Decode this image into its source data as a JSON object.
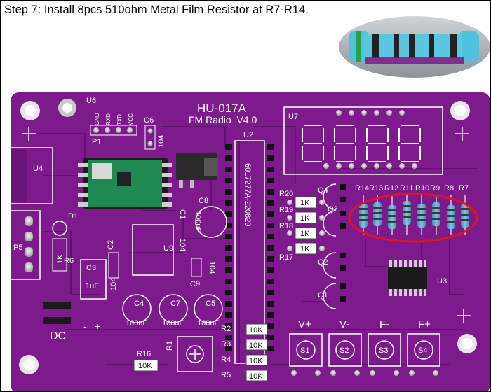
{
  "caption": "Step 7: Install 8pcs 510ohm Metal Film Resistor at R7-R14.",
  "board": {
    "title": "HU-017A",
    "subtitle": "FM Radio_V4.0",
    "chip_marking": "6017277A-220829",
    "header_pins": [
      "GND",
      "RXD",
      "TXD",
      "VCC"
    ],
    "resistor_row_labels": [
      "R14",
      "R13",
      "R12",
      "R11",
      "R10",
      "R9",
      "R8",
      "R7"
    ],
    "labels": {
      "u6": "U6",
      "p1": "P1",
      "c6": "C6",
      "c6_value": "104",
      "u4": "U4",
      "u2": "U2",
      "u7": "U7",
      "u9": "U9",
      "u3": "U3",
      "d1": "D1",
      "p5": "P5",
      "r6": "R6",
      "r6_value": "1K",
      "c3": "C3",
      "c3_value": "1uF",
      "c2": "C2",
      "c2_value": "104",
      "c1": "C1",
      "c1_value": "104",
      "c8": "C8",
      "c8_value": "100uF",
      "c4": "C4",
      "c7": "C7",
      "c5": "C5",
      "cap_value": "100uF",
      "c9": "C9",
      "c9_value": "104",
      "q1": "Q1",
      "q2": "Q2",
      "q3": "Q3",
      "q4": "Q4",
      "r17": "R17",
      "r18": "R18",
      "r19": "R19",
      "r20": "R20",
      "r_1k": "1K",
      "r1": "R1",
      "r2": "R2",
      "r3": "R3",
      "r4": "R4",
      "r5": "R5",
      "r_10k": "10K",
      "r16": "R16",
      "dc": "DC",
      "minus": "-",
      "plus": "+",
      "vplus": "V+",
      "vminus": "V-",
      "fminus": "F-",
      "fplus": "F+",
      "s1": "S1",
      "s2": "S2",
      "s3": "S3",
      "s4": "S4"
    }
  },
  "colors": {
    "pcb": "#7d1a8c",
    "pcb_dark": "#5c0f69",
    "silkscreen": "#ffffff",
    "pad": "#d9d9d9",
    "module": "#1f8a50",
    "resistor_body": "#5aa8c8",
    "highlight": "#e0141b"
  }
}
